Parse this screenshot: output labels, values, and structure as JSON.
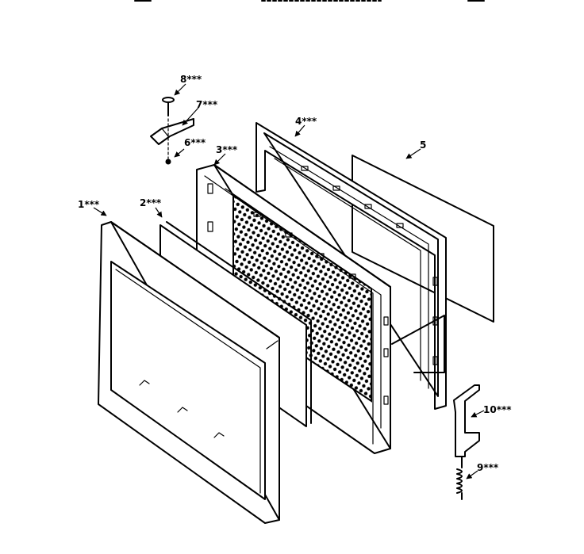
{
  "callouts": {
    "c1": "1***",
    "c2": "2***",
    "c3": "3***",
    "c4": "4***",
    "c5": "5",
    "c6": "6***",
    "c7": "7***",
    "c8": "8***",
    "c9": "9***",
    "c10": "10***"
  },
  "colors": {
    "ink": "#000000",
    "paper": "#ffffff"
  }
}
